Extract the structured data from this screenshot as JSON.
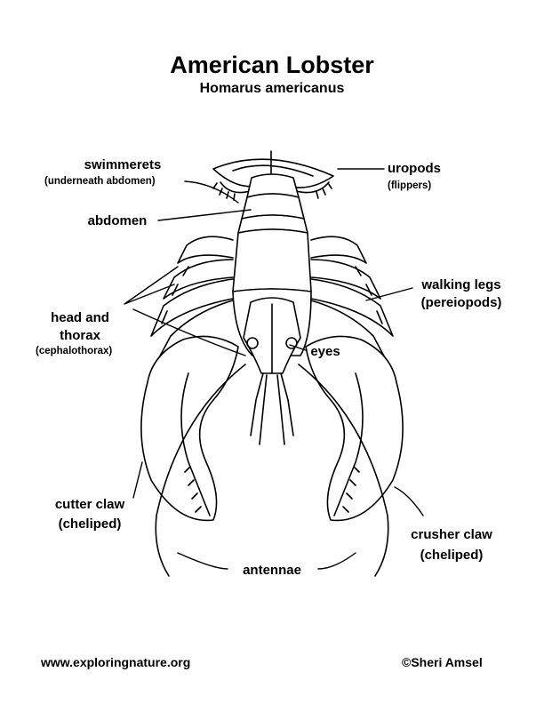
{
  "header": {
    "title": "American Lobster",
    "subtitle": "Homarus americanus"
  },
  "labels": {
    "swimmerets": "swimmerets",
    "swimmerets_note": "(underneath abdomen)",
    "uropods": "uropods",
    "uropods_note": "(flippers)",
    "abdomen": "abdomen",
    "walking_legs": "walking legs",
    "walking_legs_note": "(pereiopods)",
    "head_thorax_1": "head and",
    "head_thorax_2": "thorax",
    "head_thorax_note": "(cephalothorax)",
    "eyes": "eyes",
    "cutter_claw": "cutter claw",
    "cutter_claw_note": "(cheliped)",
    "crusher_claw": "crusher claw",
    "crusher_claw_note": "(cheliped)",
    "antennae": "antennae"
  },
  "footer": {
    "url": "www.exploringnature.org",
    "copyright": "©Sheri Amsel"
  }
}
